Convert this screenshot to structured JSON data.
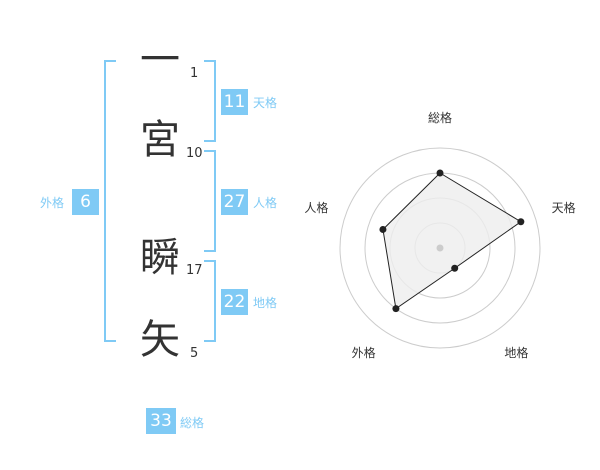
{
  "colors": {
    "accent": "#7fcaf5",
    "bracket": "#7fcaf5",
    "text": "#333333",
    "ring": "#cccccc",
    "fill": "#eeeeee",
    "line": "#222222"
  },
  "name": {
    "chars": [
      {
        "char": "一",
        "strokes": "1"
      },
      {
        "char": "宮",
        "strokes": "10"
      },
      {
        "char": "瞬",
        "strokes": "17"
      },
      {
        "char": "矢",
        "strokes": "5"
      }
    ]
  },
  "fortune": {
    "tenkaku": {
      "label": "天格",
      "value": "11"
    },
    "jinkaku": {
      "label": "人格",
      "value": "27"
    },
    "chikaku": {
      "label": "地格",
      "value": "22"
    },
    "gaikaku": {
      "label": "外格",
      "value": "6"
    },
    "soukaku": {
      "label": "総格",
      "value": "33"
    }
  },
  "radar": {
    "axes": [
      "総格",
      "天格",
      "地格",
      "外格",
      "人格"
    ],
    "values": [
      0.75,
      0.85,
      0.25,
      0.75,
      0.6
    ],
    "rings": 4
  }
}
